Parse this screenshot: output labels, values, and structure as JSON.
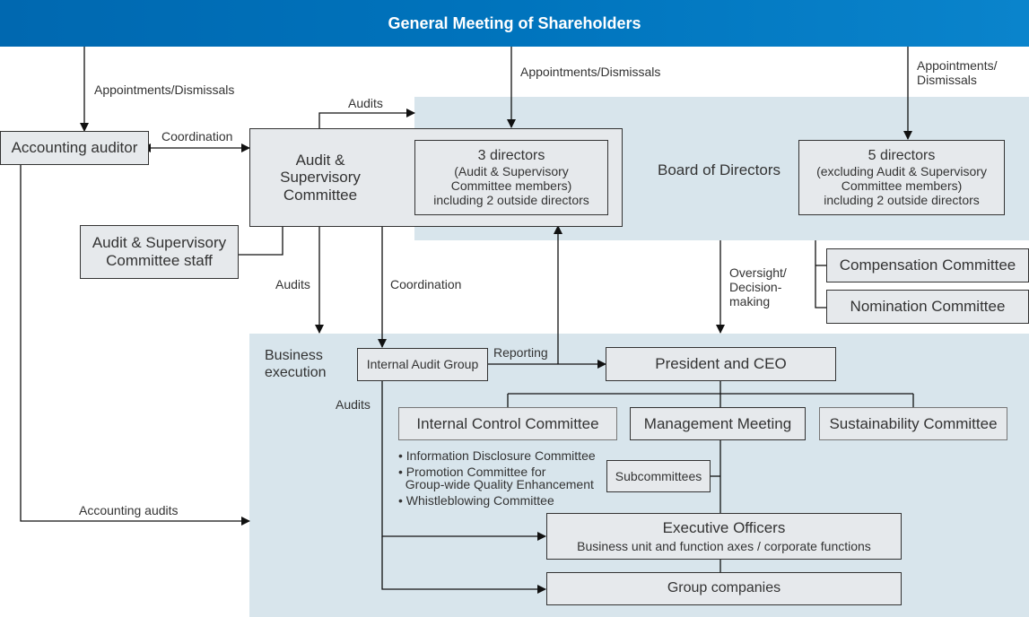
{
  "header": {
    "title": "General Meeting of Shareholders"
  },
  "zones": {
    "board": "Board of Directors",
    "business": "Business execution"
  },
  "boxes": {
    "accounting_auditor": "Accounting auditor",
    "asc": [
      "Audit &",
      "Supervisory",
      "Committee"
    ],
    "asc_directors": [
      "3 directors",
      "(Audit & Supervisory",
      "Committee members)",
      "including 2 outside directors"
    ],
    "other_directors": [
      "5 directors",
      "(excluding Audit & Supervisory",
      "Committee members)",
      "including 2 outside directors"
    ],
    "asc_staff": [
      "Audit & Supervisory",
      "Committee staff"
    ],
    "compensation": "Compensation Committee",
    "nomination": "Nomination Committee",
    "internal_audit": "Internal Audit Group",
    "ceo": "President and CEO",
    "internal_control": "Internal Control Committee",
    "management_meeting": "Management Meeting",
    "sustainability": "Sustainability Committee",
    "subcommittees": "Subcommittees",
    "executive_officers": [
      "Executive Officers",
      "Business unit and function axes / corporate functions"
    ],
    "group_companies": "Group companies"
  },
  "sub_committees": [
    "• Information Disclosure Committee",
    "• Promotion Committee for",
    "  Group-wide Quality Enhancement",
    "• Whistleblowing Committee"
  ],
  "labels": {
    "appt_left": "Appointments/Dismissals",
    "appt_mid": "Appointments/Dismissals",
    "appt_right": [
      "Appointments/",
      "Dismissals"
    ],
    "coordination_top": "Coordination",
    "audits_top": "Audits",
    "audits_mid": "Audits",
    "coordination_mid": "Coordination",
    "oversight": [
      "Oversight/",
      "Decision-",
      "making"
    ],
    "reporting": "Reporting",
    "audits_internal": "Audits",
    "accounting_audits": "Accounting audits"
  },
  "colors": {
    "header": "#0074bd",
    "zone": "#d8e5ec",
    "box": "#e6e9ec"
  }
}
